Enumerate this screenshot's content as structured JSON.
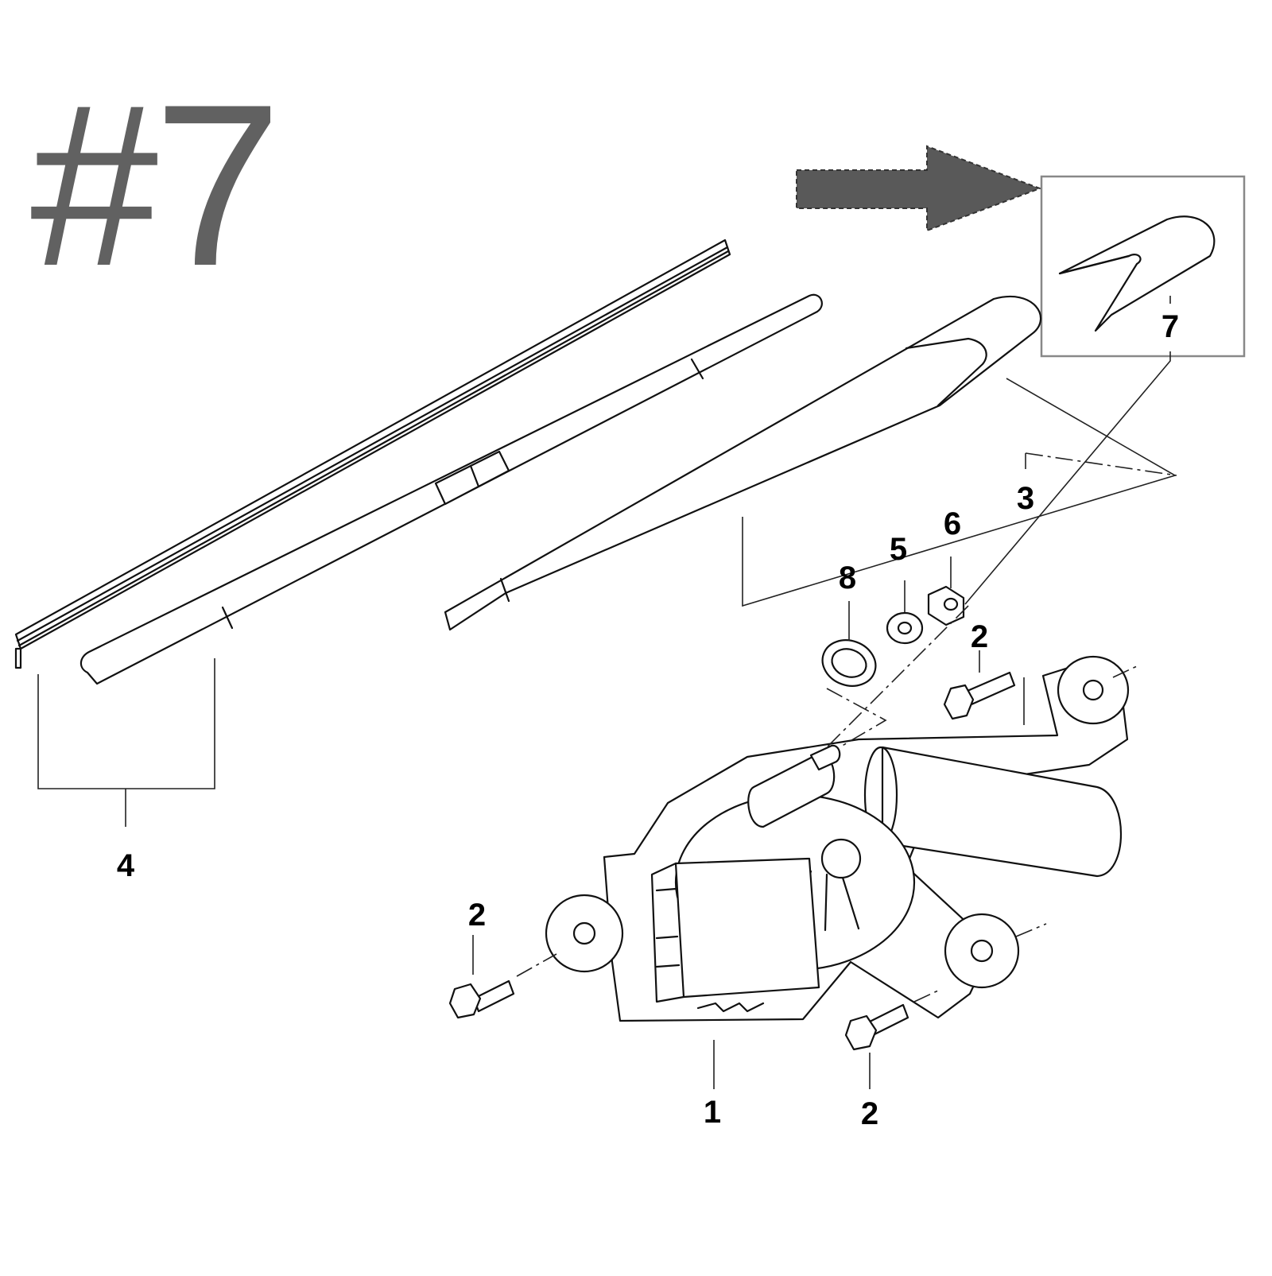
{
  "title": "#7",
  "callouts": [
    {
      "id": "1",
      "label": "1"
    },
    {
      "id": "2a",
      "label": "2"
    },
    {
      "id": "2b",
      "label": "2"
    },
    {
      "id": "2c",
      "label": "2"
    },
    {
      "id": "3",
      "label": "3"
    },
    {
      "id": "4",
      "label": "4"
    },
    {
      "id": "5",
      "label": "5"
    },
    {
      "id": "6",
      "label": "6"
    },
    {
      "id": "7",
      "label": "7"
    },
    {
      "id": "8",
      "label": "8"
    }
  ],
  "colors": {
    "title": "#616161",
    "arrow": "#595959",
    "line": "#111111",
    "highlight_box": "#888888"
  },
  "icons": {
    "pointer": "right-arrow-icon"
  }
}
